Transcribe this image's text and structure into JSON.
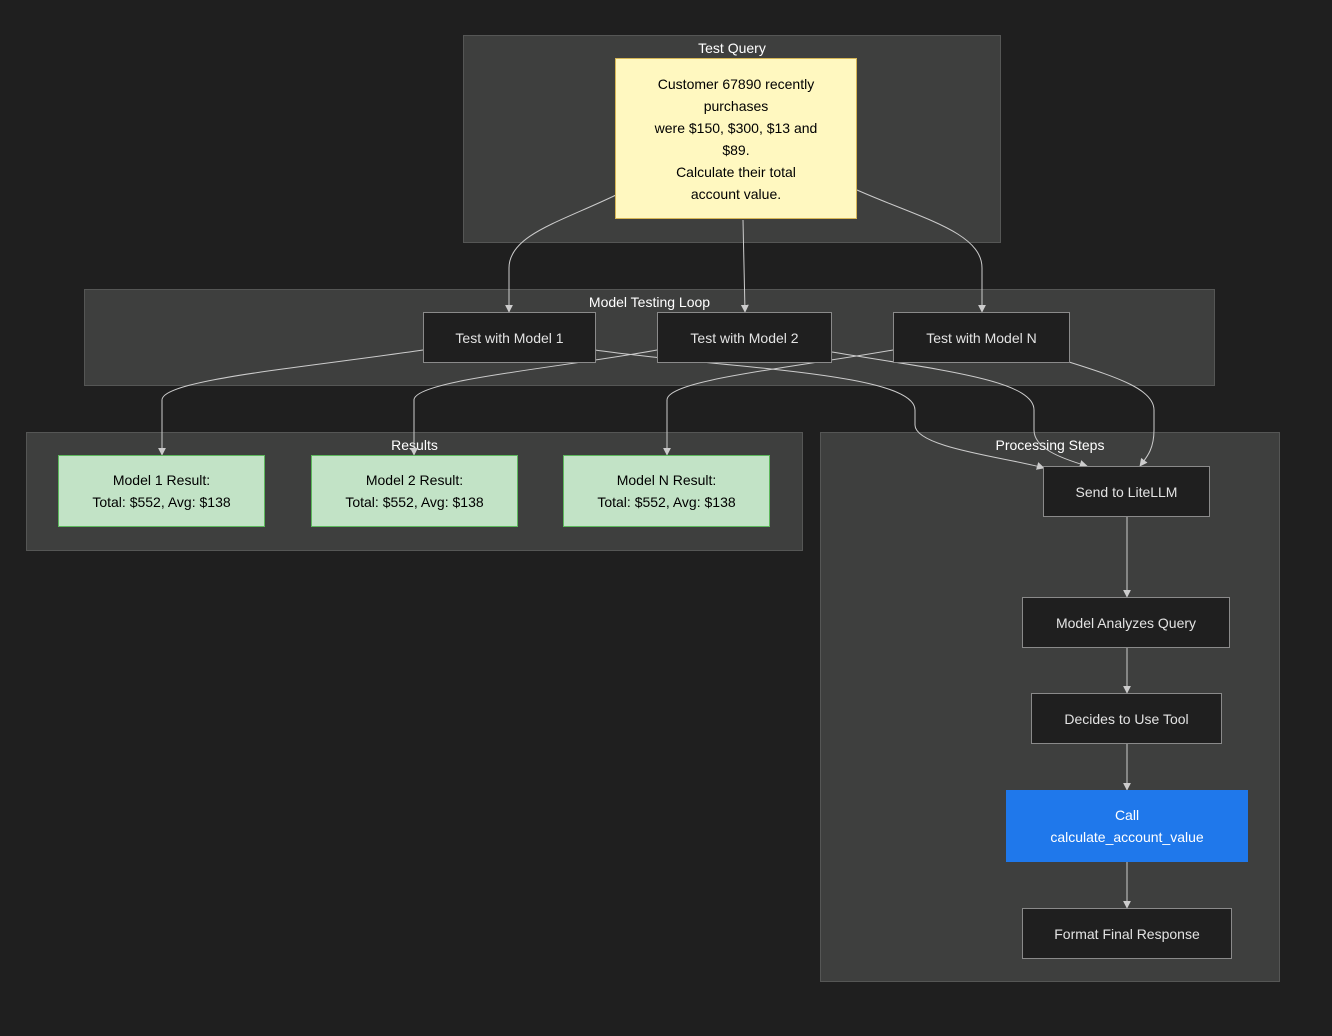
{
  "clusters": {
    "test_query": "Test Query",
    "model_testing_loop": "Model Testing Loop",
    "results": "Results",
    "processing_steps": "Processing Steps"
  },
  "nodes": {
    "query": "Customer 67890 recently\npurchases\nwere $150, $300, $13 and\n$89.\nCalculate their total\naccount value.",
    "model_1": "Test with Model 1",
    "model_2": "Test with Model 2",
    "model_n": "Test with Model N",
    "result_1": "Model 1 Result:\nTotal: $552, Avg: $138",
    "result_2": "Model 2 Result:\nTotal: $552, Avg: $138",
    "result_n": "Model N Result:\nTotal: $552, Avg: $138",
    "send_litellm": "Send to LiteLLM",
    "analyze": "Model Analyzes Query",
    "decide_tool": "Decides to Use Tool",
    "call_tool": "Call\ncalculate_account_value",
    "format_response": "Format Final Response"
  },
  "colors": {
    "background": "#1f1f1f",
    "cluster_fill": "#3e3f3e",
    "query_fill": "#fff8c0",
    "result_fill": "#c2e3c6",
    "tool_call_fill": "#1f78eb",
    "edge": "#cccccc"
  }
}
